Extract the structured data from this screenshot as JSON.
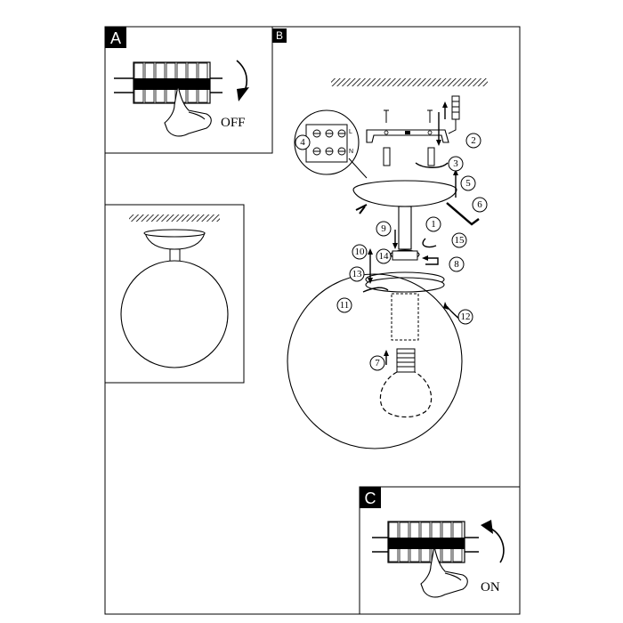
{
  "panels": {
    "a": {
      "letter": "A",
      "switch_label": "OFF"
    },
    "b": {
      "letter": "B"
    },
    "c": {
      "letter": "C",
      "switch_label": "ON"
    }
  },
  "terminal_labels": [
    "L",
    "N"
  ],
  "steps": [
    "1",
    "2",
    "3",
    "4",
    "5",
    "6",
    "7",
    "8",
    "9",
    "10",
    "11",
    "12",
    "13",
    "14",
    "15"
  ],
  "colors": {
    "ink": "#000000",
    "paper": "#ffffff",
    "bulb_dash": "#000000"
  }
}
